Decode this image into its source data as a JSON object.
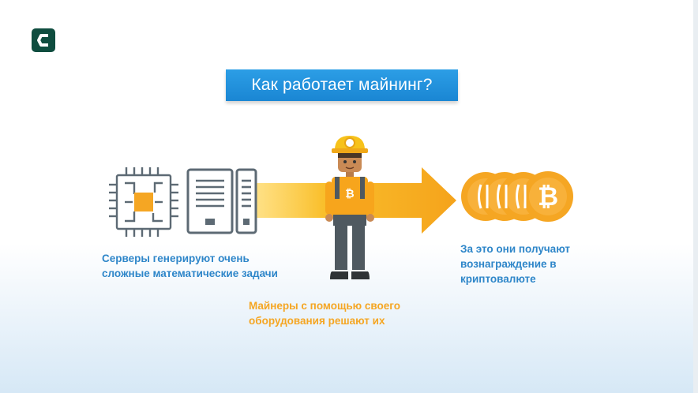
{
  "slide": {
    "title": "Как работает майнинг?",
    "captions": {
      "servers": "Серверы генерируют очень сложные математические задачи",
      "miners": "Майнеры с помощью своего оборудования решают их",
      "reward": "За это они получают вознаграждение в криптовалюте"
    }
  },
  "colors": {
    "title_banner": "#1a86d3",
    "arrow": "#f7b21b",
    "coin": "#f5a623",
    "caption_blue": "#2e86c9",
    "caption_orange": "#f5a623",
    "logo": "#0f4d3f"
  },
  "icons": [
    "logo-icon",
    "processor-chip-icon",
    "server-rack-icon",
    "miner-figure",
    "bitcoin-coins-icon",
    "bitcoin-icon"
  ]
}
